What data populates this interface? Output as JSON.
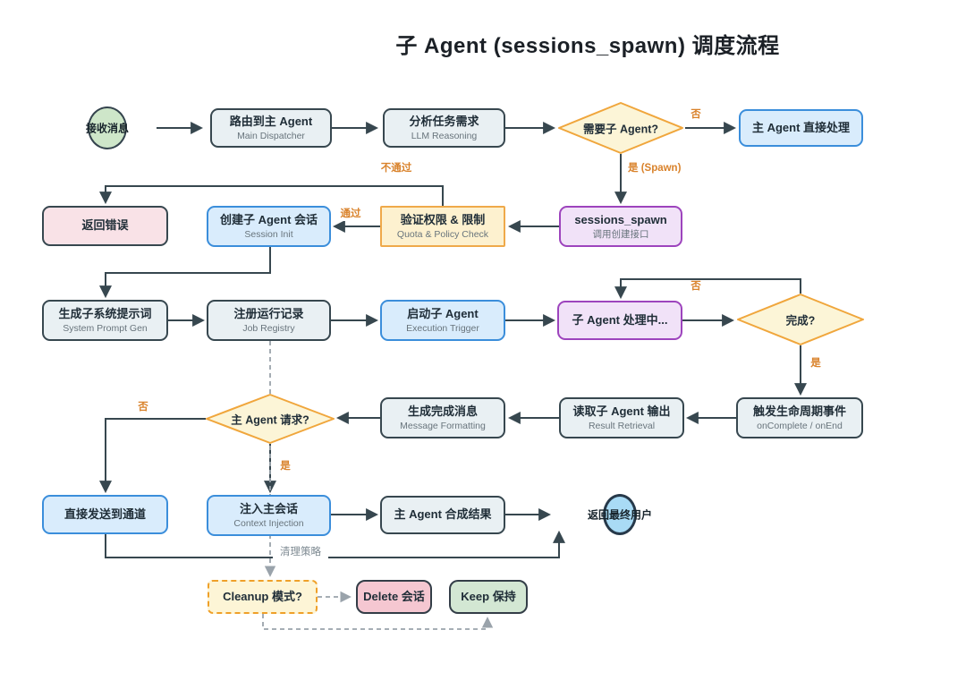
{
  "title": "子 Agent (sessions_spawn) 调度流程",
  "nodes": {
    "start": {
      "label": "接收消息"
    },
    "route": {
      "label": "路由到主 Agent",
      "sublabel": "Main Dispatcher"
    },
    "analyze": {
      "label": "分析任务需求",
      "sublabel": "LLM Reasoning"
    },
    "need_sub": {
      "label": "需要子 Agent?"
    },
    "main_direct": {
      "label": "主 Agent 直接处理"
    },
    "spawn": {
      "label": "sessions_spawn",
      "sublabel": "调用创建接口"
    },
    "validate": {
      "label": "验证权限 & 限制",
      "sublabel": "Quota & Policy Check"
    },
    "session_init": {
      "label": "创建子 Agent 会话",
      "sublabel": "Session Init"
    },
    "return_error": {
      "label": "返回错误"
    },
    "prompt_gen": {
      "label": "生成子系统提示词",
      "sublabel": "System Prompt Gen"
    },
    "job_registry": {
      "label": "注册运行记录",
      "sublabel": "Job Registry"
    },
    "exec_trigger": {
      "label": "启动子 Agent",
      "sublabel": "Execution Trigger"
    },
    "sub_running": {
      "label": "子 Agent 处理中..."
    },
    "done": {
      "label": "完成?"
    },
    "lifecycle": {
      "label": "触发生命周期事件",
      "sublabel": "onComplete / onEnd"
    },
    "read_output": {
      "label": "读取子 Agent 输出",
      "sublabel": "Result Retrieval"
    },
    "format_msg": {
      "label": "生成完成消息",
      "sublabel": "Message Formatting"
    },
    "main_request": {
      "label": "主 Agent 请求?"
    },
    "send_channel": {
      "label": "直接发送到通道"
    },
    "inject": {
      "label": "注入主会话",
      "sublabel": "Context Injection"
    },
    "synthesize": {
      "label": "主 Agent 合成结果"
    },
    "end_user": {
      "label": "返回最终用户"
    },
    "cleanup": {
      "label": "Cleanup 模式?"
    },
    "delete_session": {
      "label": "Delete 会话"
    },
    "keep_session": {
      "label": "Keep 保持"
    }
  },
  "edge_labels": {
    "no1": "否",
    "yes_spawn": "是 (Spawn)",
    "pass": "通过",
    "fail": "不通过",
    "no_loop": "否",
    "yes_done": "是",
    "no_request": "否",
    "yes_request": "是",
    "cleanup_policy": "清理策略"
  },
  "colors": {
    "edge": "#37474f",
    "dashed_edge": "#9aa3ab",
    "edge_label": "#d9822b",
    "default_fill": "#e9f0f3",
    "blue_fill": "#d9ecfc",
    "blue_border": "#3b8edb",
    "purple_fill": "#f1e2f8",
    "purple_border": "#9d44bd",
    "diamond_fill": "#fcf5d7",
    "diamond_border": "#f0a63c",
    "yellow_fill": "#fdf1cf",
    "yellow_border": "#efa94a",
    "pink_fill": "#f9e2e7",
    "delete_fill": "#f5c7d1",
    "keep_fill": "#d3e7d3",
    "start_fill": "#cee6c9",
    "end_fill": "#a9dbf5"
  }
}
